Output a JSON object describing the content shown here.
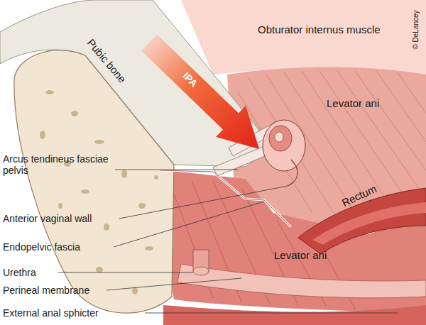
{
  "diagram": {
    "labels": [
      "Obturator internus muscle",
      "© DeLancey",
      "Pubic bone",
      "IPA",
      "Levator ani",
      "Arcus tendineus fasciae pelvis",
      "Rectum",
      "Anterior vaginal wall",
      "Endopelvic fascia",
      "Levator ani",
      "Urethra",
      "Perineal membrane",
      "External anal sphicter"
    ]
  }
}
